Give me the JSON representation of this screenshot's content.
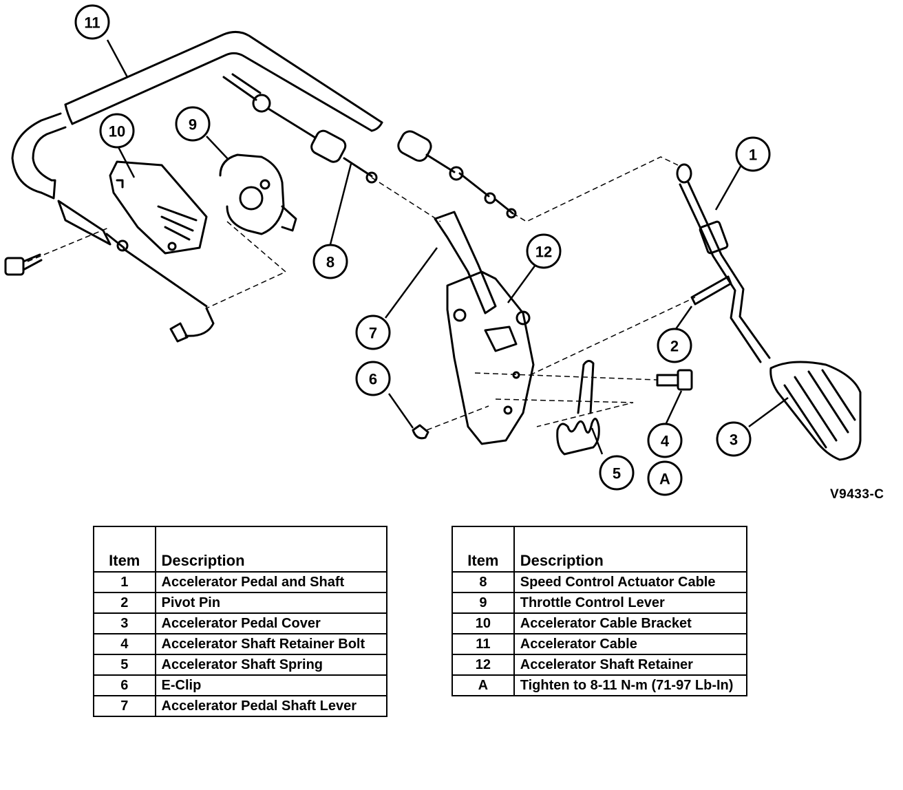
{
  "figure_code": "V9433-C",
  "callouts": [
    "1",
    "2",
    "3",
    "4",
    "5",
    "6",
    "7",
    "8",
    "9",
    "10",
    "11",
    "12",
    "A"
  ],
  "table_headers": {
    "item": "Item",
    "description": "Description"
  },
  "legend_left": [
    {
      "item": "1",
      "description": "Accelerator Pedal and Shaft"
    },
    {
      "item": "2",
      "description": "Pivot Pin"
    },
    {
      "item": "3",
      "description": "Accelerator Pedal Cover"
    },
    {
      "item": "4",
      "description": "Accelerator Shaft Retainer Bolt"
    },
    {
      "item": "5",
      "description": "Accelerator Shaft Spring"
    },
    {
      "item": "6",
      "description": "E-Clip"
    },
    {
      "item": "7",
      "description": "Accelerator Pedal Shaft Lever"
    }
  ],
  "legend_right": [
    {
      "item": "8",
      "description": "Speed Control Actuator Cable"
    },
    {
      "item": "9",
      "description": "Throttle Control Lever"
    },
    {
      "item": "10",
      "description": "Accelerator Cable Bracket"
    },
    {
      "item": "11",
      "description": "Accelerator Cable"
    },
    {
      "item": "12",
      "description": "Accelerator Shaft Retainer"
    },
    {
      "item": "A",
      "description": "Tighten to 8-11 N-m (71-97 Lb-In)"
    }
  ]
}
